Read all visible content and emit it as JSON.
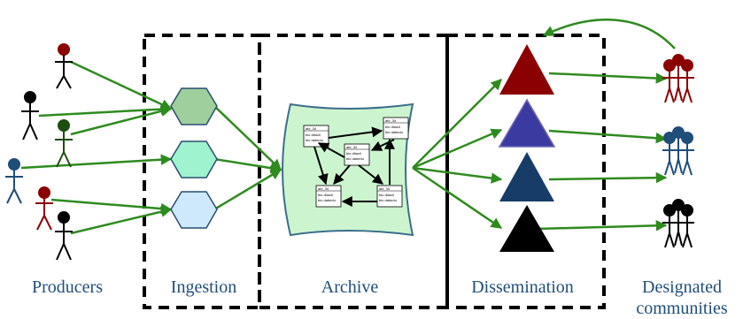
{
  "labels": {
    "producers": "Producers",
    "ingestion": "Ingestion",
    "archive": "Archive",
    "dissemination": "Dissemination",
    "designated_line1": "Designated",
    "designated_line2": "communities"
  },
  "archive_box_label": "abl_34",
  "archive_box_lines": [
    "blo dilaoll",
    "blo dabedu"
  ],
  "colors": {
    "label_text": "#1f4e79",
    "arrow": "#2e8b1e",
    "dashed_border": "#000000",
    "hex_1": "#9fcf9c",
    "hex_2": "#9ff3cf",
    "hex_3": "#cde9fb",
    "hex_stroke": "#2b4d6e",
    "archive_fill": "#ccf5cf",
    "archive_stroke": "#3d6e8c",
    "triangle_1": "#8b0000",
    "triangle_2": "#3b3aa0",
    "triangle_3": "#173c68",
    "triangle_4": "#000000",
    "person_black": "#000000",
    "person_darkred": "#8b0000",
    "person_darkgreen": "#1e4d12",
    "person_blue": "#1f4e79"
  },
  "icons": [
    "person-icon",
    "hexagon-icon",
    "triangle-icon",
    "document-icon",
    "group-icon"
  ]
}
